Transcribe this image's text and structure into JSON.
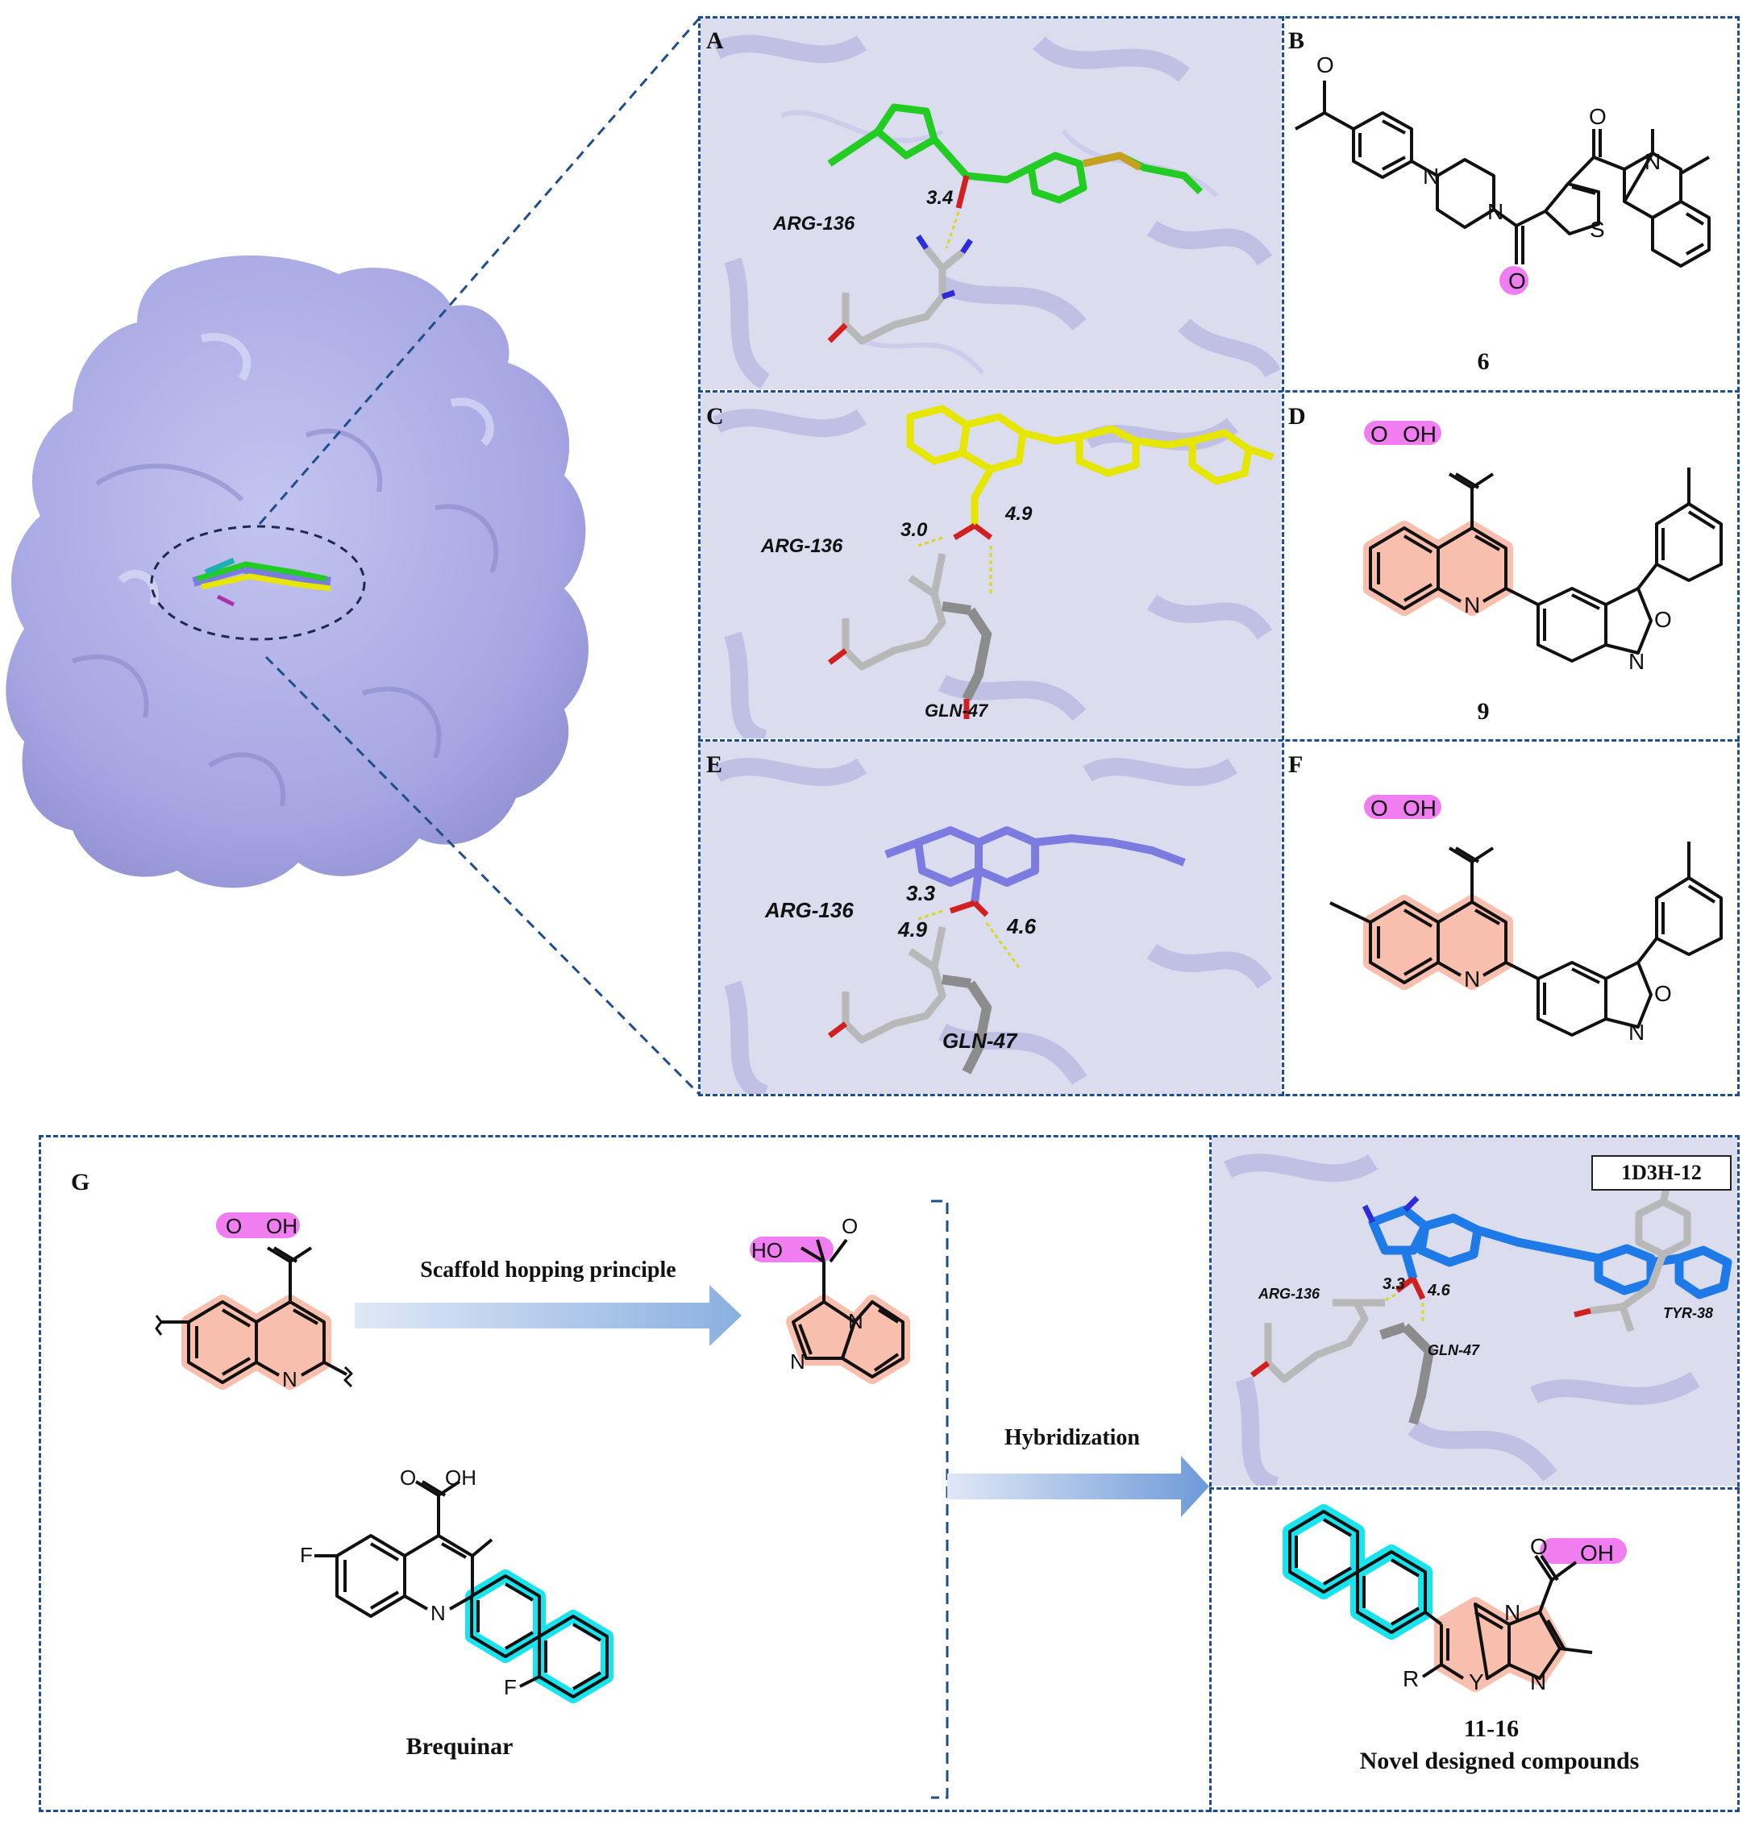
{
  "panels": {
    "A": {
      "letter": "A",
      "residues": [
        "ARG-136"
      ],
      "distances": [
        "3.4"
      ]
    },
    "B": {
      "letter": "B",
      "compound": "6"
    },
    "C": {
      "letter": "C",
      "residues": [
        "ARG-136",
        "GLN-47"
      ],
      "distances": [
        "3.0",
        "4.9"
      ]
    },
    "D": {
      "letter": "D",
      "compound": "9"
    },
    "E": {
      "letter": "E",
      "residues": [
        "ARG-136",
        "GLN-47"
      ],
      "distances": [
        "3.3",
        "4.9",
        "4.6"
      ]
    },
    "F": {
      "letter": "F"
    },
    "G": {
      "letter": "G",
      "arrow1_label": "Scaffold hopping principle",
      "arrow2_label": "Hybridization",
      "brequinar_label": "Brequinar",
      "dock_title": "1D3H-12",
      "dock_residues": [
        "ARG-136",
        "GLN-47",
        "TYR-38"
      ],
      "dock_distances": [
        "3.3",
        "4.6"
      ],
      "compound_range": "11-16",
      "compound_caption": "Novel designed compounds"
    }
  },
  "atoms": {
    "O": "O",
    "OH": "OH",
    "HO": "HO",
    "N": "N",
    "S": "S",
    "F": "F",
    "R": "R",
    "Y": "Y"
  },
  "colors": {
    "frame": "#1f4e8c",
    "protein_surface": "#a8a8e6",
    "cooh_highlight": "#f07ef0",
    "ring_highlight": "#f9bfae",
    "biphenyl_highlight": "#19e3ec",
    "ligand_A": "#22cc22",
    "ligand_C": "#e6e600",
    "ligand_E": "#7b7be0",
    "ligand_G": "#1e7ae6"
  }
}
